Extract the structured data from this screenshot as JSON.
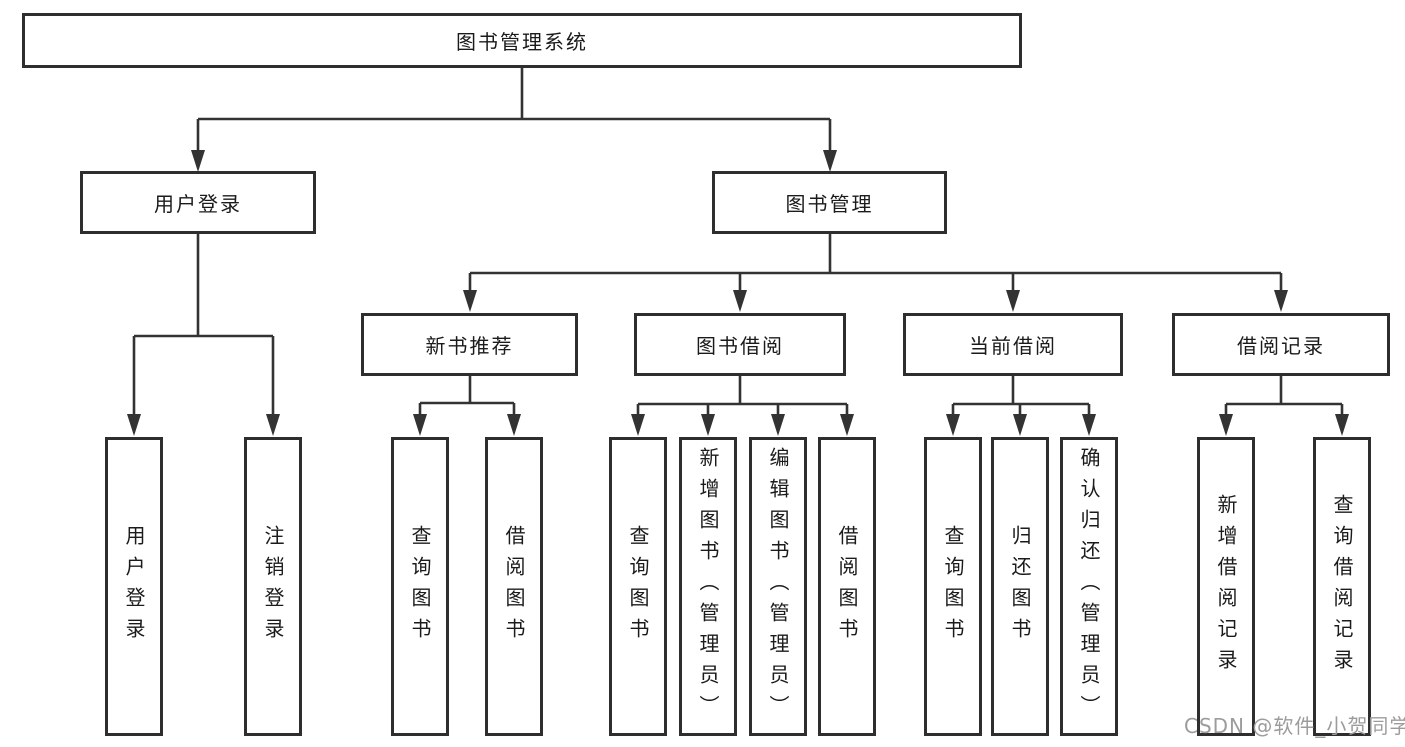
{
  "diagram": {
    "root": {
      "label": "图书管理系统"
    },
    "level2": [
      {
        "id": "user-login",
        "label": "用户登录"
      },
      {
        "id": "book-management",
        "label": "图书管理"
      }
    ],
    "level3": [
      {
        "id": "new-book-recommendation",
        "label": "新书推荐"
      },
      {
        "id": "book-borrowing",
        "label": "图书借阅"
      },
      {
        "id": "current-borrowing",
        "label": "当前借阅"
      },
      {
        "id": "borrowing-records",
        "label": "借阅记录"
      }
    ],
    "leaves": [
      {
        "parent": "用户登录",
        "label": "用户登录"
      },
      {
        "parent": "用户登录",
        "label": "注销登录"
      },
      {
        "parent": "新书推荐",
        "label": "查询图书"
      },
      {
        "parent": "新书推荐",
        "label": "借阅图书"
      },
      {
        "parent": "图书借阅",
        "label": "查询图书"
      },
      {
        "parent": "图书借阅",
        "label": "新增图书（管理员）"
      },
      {
        "parent": "图书借阅",
        "label": "编辑图书（管理员）"
      },
      {
        "parent": "图书借阅",
        "label": "借阅图书"
      },
      {
        "parent": "当前借阅",
        "label": "查询图书"
      },
      {
        "parent": "当前借阅",
        "label": "归还图书"
      },
      {
        "parent": "当前借阅",
        "label": "确认归还（管理员）"
      },
      {
        "parent": "借阅记录",
        "label": "新增借阅记录"
      },
      {
        "parent": "借阅记录",
        "label": "查询借阅记录"
      }
    ]
  },
  "watermark": {
    "text": "CSDN @软件_小贺同学"
  },
  "colors": {
    "line": "#333333",
    "box_border": "#2e2e2e",
    "text": "#1b1b1b",
    "watermark": "#9c9c9c",
    "background": "#ffffff"
  }
}
